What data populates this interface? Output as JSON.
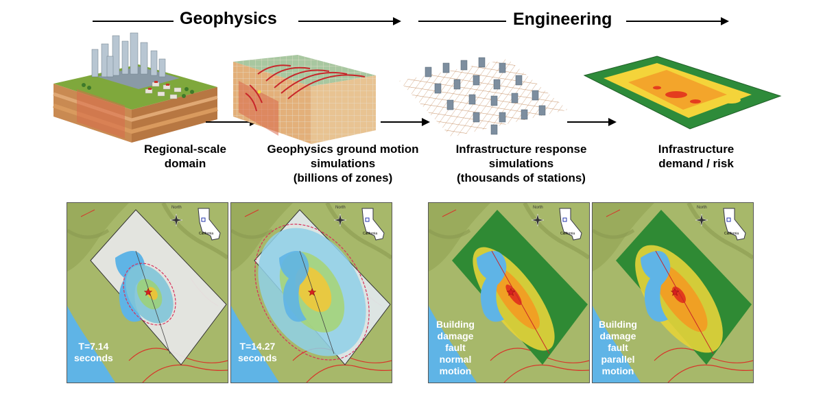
{
  "headers": {
    "left": "Geophysics",
    "right": "Engineering"
  },
  "stages": [
    {
      "id": "regional",
      "lines": [
        "Regional-scale",
        "domain"
      ]
    },
    {
      "id": "ground-motion",
      "lines": [
        "Geophysics ground motion",
        "simulations",
        "(billions of zones)"
      ]
    },
    {
      "id": "infra-response",
      "lines": [
        "Infrastructure response",
        "simulations",
        "(thousands of stations)"
      ]
    },
    {
      "id": "risk",
      "lines": [
        "Infrastructure",
        "demand / risk"
      ]
    }
  ],
  "maps": [
    {
      "id": "t1",
      "label_lines": [
        "T=7.14",
        "seconds"
      ],
      "north": "North",
      "state": "California"
    },
    {
      "id": "t2",
      "label_lines": [
        "T=14.27",
        "seconds"
      ],
      "north": "North",
      "state": "California"
    },
    {
      "id": "d1",
      "label_lines": [
        "Building",
        "damage",
        "fault",
        "normal",
        "motion"
      ],
      "north": "North",
      "state": "California"
    },
    {
      "id": "d2",
      "label_lines": [
        "Building",
        "damage",
        "fault",
        "parallel",
        "motion"
      ],
      "north": "North",
      "state": "California"
    }
  ],
  "colors": {
    "water": "#5fb4e6",
    "land": "#a7b86a",
    "grid_green": "#2c8a2e",
    "hot_yellow": "#f2d21c",
    "hot_orange": "#f0a020",
    "hot_red": "#e23a1c",
    "fault": "#d7352a"
  },
  "icons": [
    "compass-rose-icon",
    "california-inset-icon",
    "epicenter-star-icon"
  ]
}
